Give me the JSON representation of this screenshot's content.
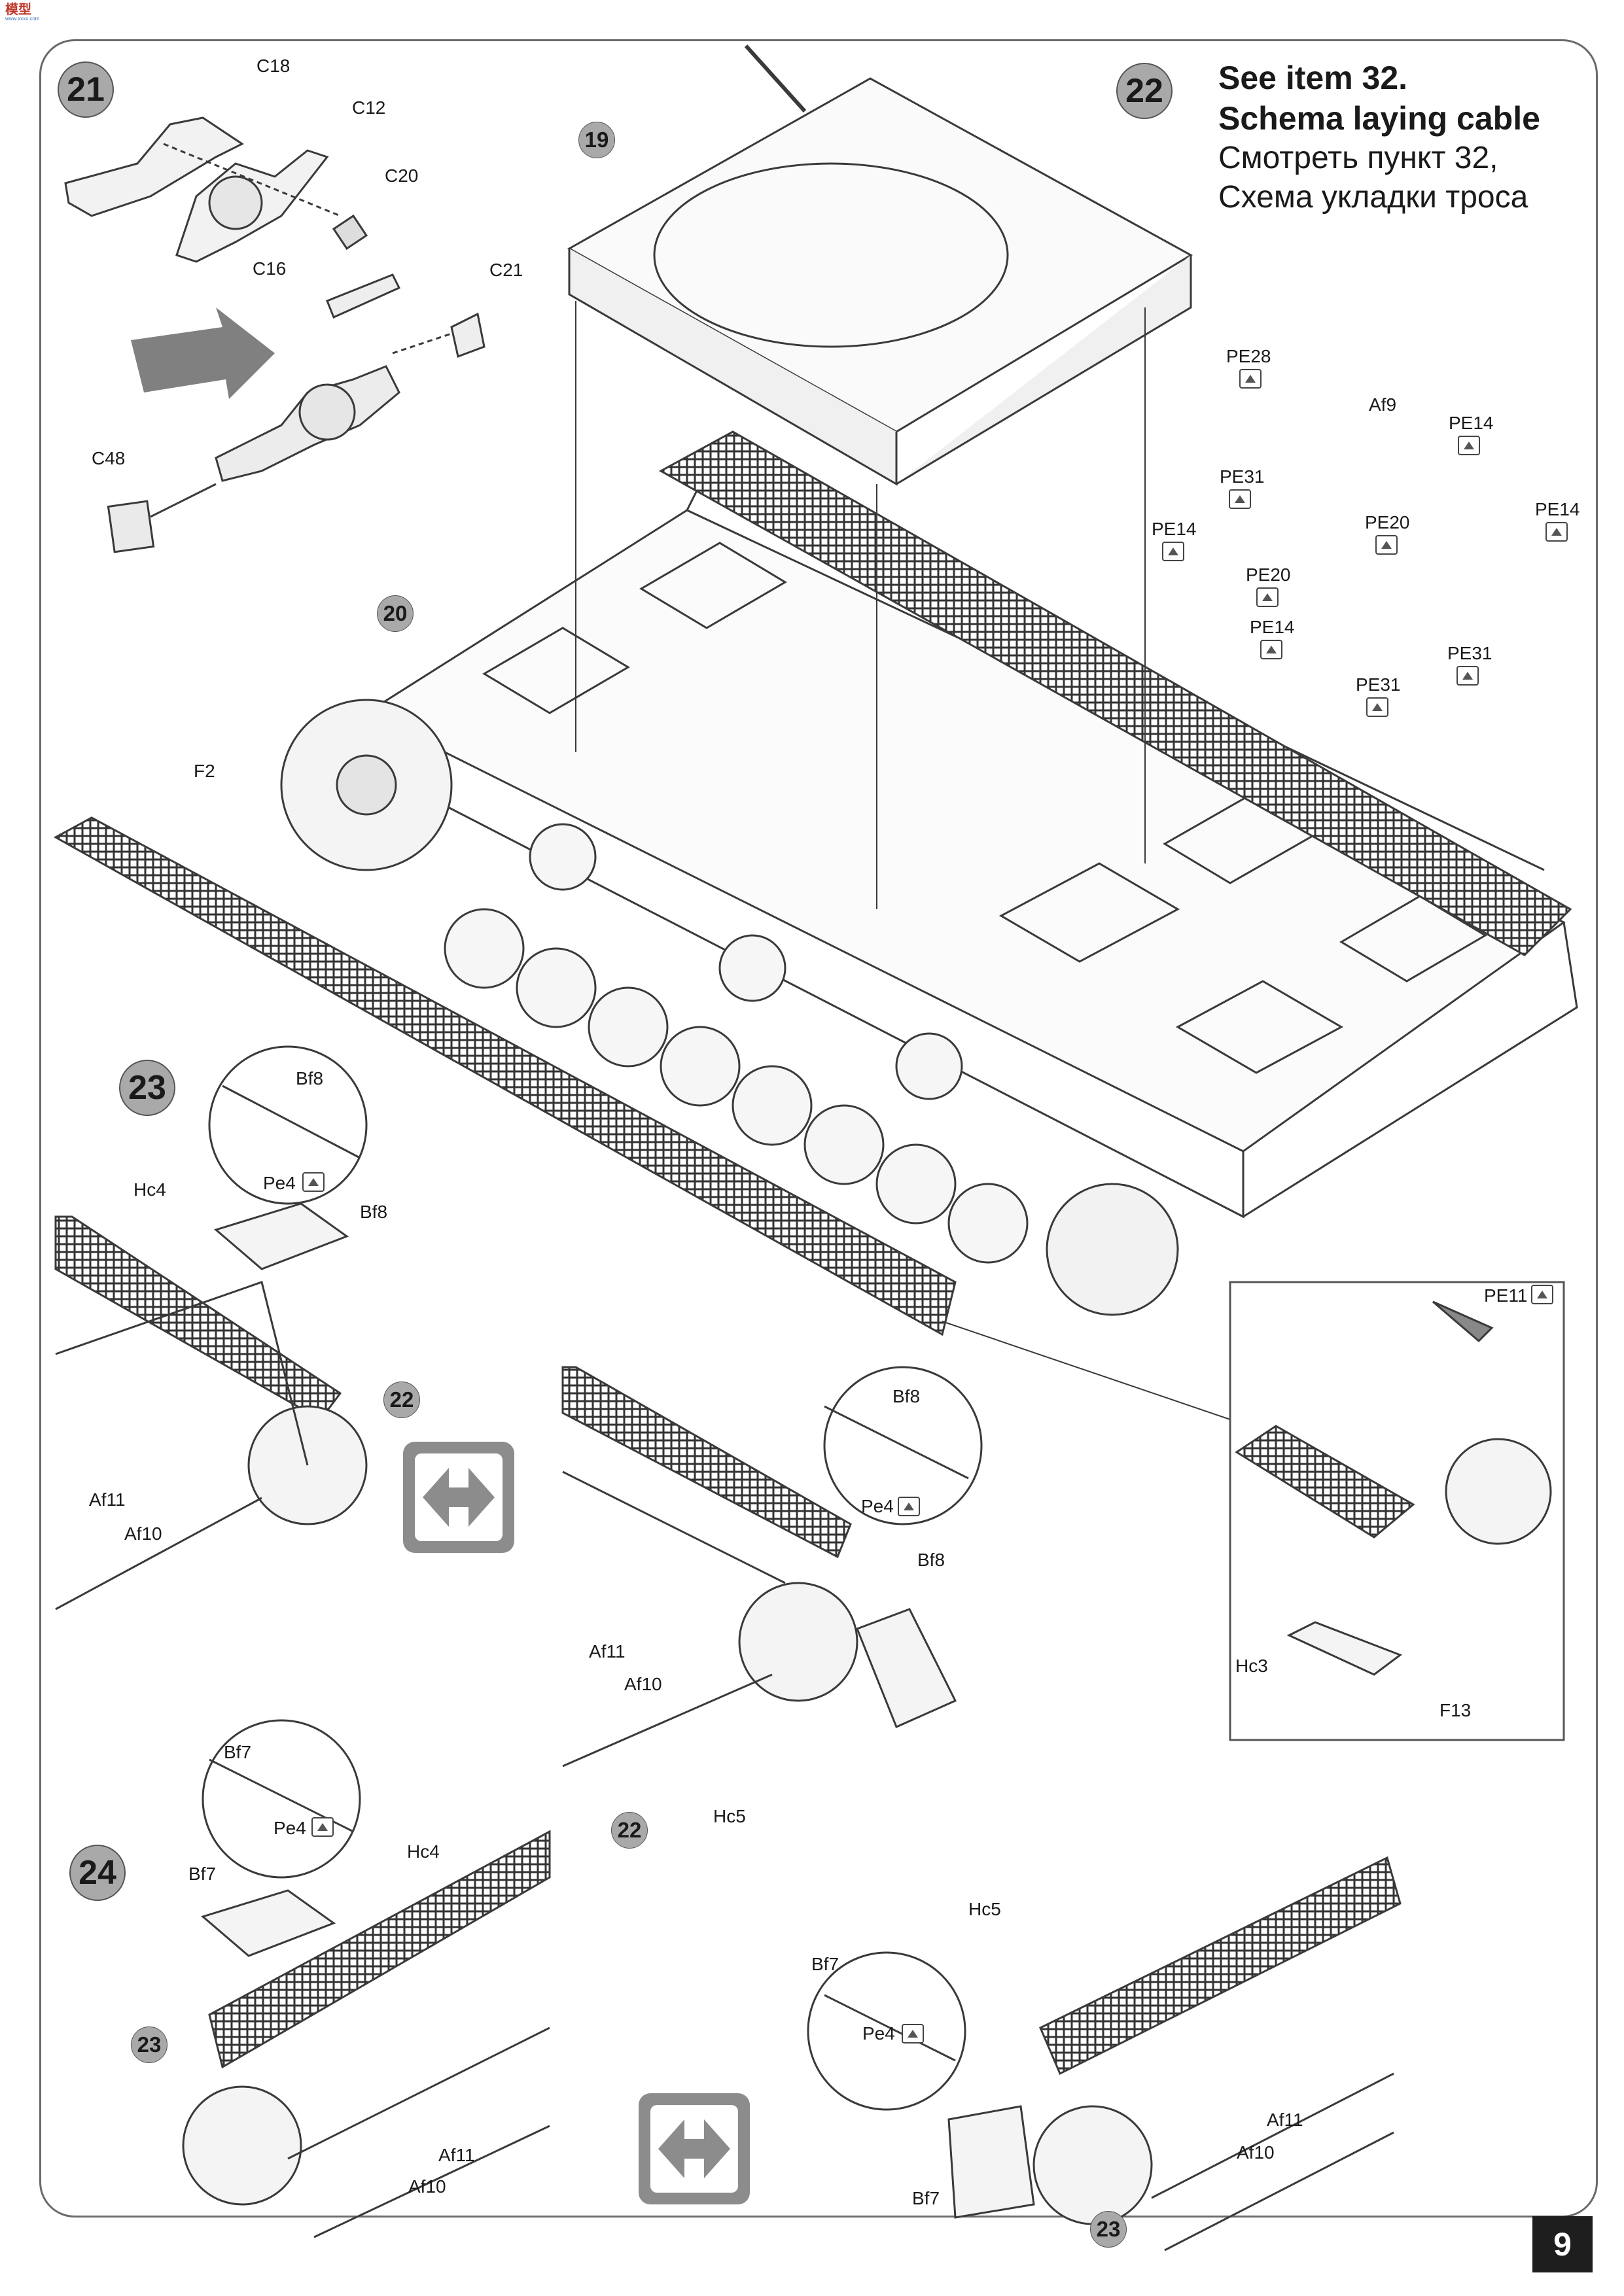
{
  "logo": {
    "line1": "模型",
    "line2": "www.xxxx.com"
  },
  "page_number": "9",
  "note": {
    "en_line1": "See item 32.",
    "en_line2": "Schema laying cable",
    "ru_line1": "Смотреть пункт 32,",
    "ru_line2": "Схема укладки троса"
  },
  "steps": [
    {
      "id": "s21",
      "number": "21"
    },
    {
      "id": "s22",
      "number": "22"
    },
    {
      "id": "s23",
      "number": "23"
    },
    {
      "id": "s24",
      "number": "24"
    }
  ],
  "bubbles": [
    "19",
    "20",
    "22",
    "22",
    "23",
    "23"
  ],
  "labels": {
    "s21": [
      "C18",
      "C12",
      "C20",
      "C16",
      "C21",
      "C48"
    ],
    "main": [
      "F2",
      "PE28",
      "Af9",
      "PE14",
      "PE31",
      "PE20",
      "PE14",
      "PE20",
      "PE14",
      "PE31",
      "PE31",
      "PE14"
    ],
    "s23": [
      "Bf8",
      "Pe4",
      "Hc4",
      "Bf8",
      "Af11",
      "Af10"
    ],
    "s23b": [
      "Bf8",
      "Pe4",
      "Bf8",
      "Af11",
      "Af10",
      "Hc5"
    ],
    "inset": [
      "PE11",
      "Hc3",
      "F13"
    ],
    "s24": [
      "Bf7",
      "Pe4",
      "Hc4",
      "Bf7",
      "Af11",
      "Af10"
    ],
    "s24b": [
      "Hc5",
      "Bf7",
      "Pe4",
      "Bf7",
      "Af11",
      "Af10"
    ]
  }
}
